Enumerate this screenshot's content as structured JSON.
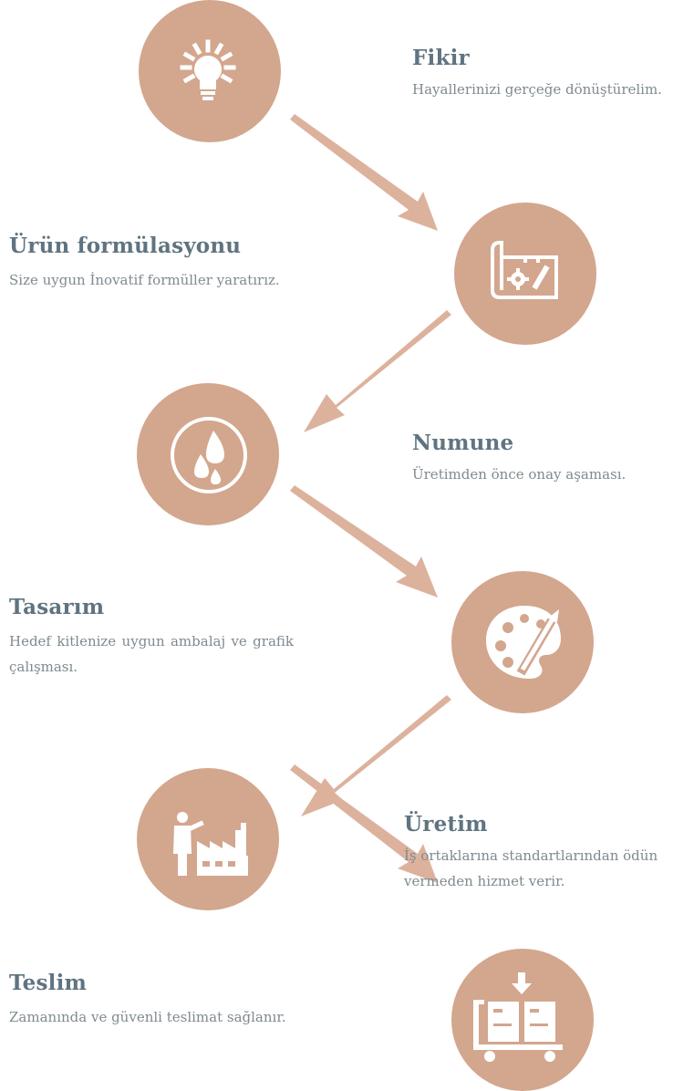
{
  "colors": {
    "circle": "#d3a68e",
    "arrow": "#dcb29d",
    "title": "#5f7480",
    "text": "#7e8a90",
    "icon": "#ffffff"
  },
  "steps": [
    {
      "title": "Fikir",
      "description": "Hayallerinizi gerçeğe dönüştürelim.",
      "icon": "lightbulb-icon"
    },
    {
      "title": "Ürün formülasyonu",
      "description": "Size uygun İnovatif formüller yaratırız.",
      "icon": "blueprint-icon"
    },
    {
      "title": "Numune",
      "description": "Üretimden önce onay aşaması.",
      "icon": "drops-icon"
    },
    {
      "title": "Tasarım",
      "description": "Hedef kitlenize uygun ambalaj ve grafik çalışması.",
      "icon": "palette-icon"
    },
    {
      "title": "Üretim",
      "description": "İş ortaklarına standartlarından ödün vermeden hizmet verir.",
      "icon": "factory-icon"
    },
    {
      "title": "Teslim",
      "description": "Zamanında ve güvenli teslimat sağlanır.",
      "icon": "delivery-cart-icon"
    }
  ]
}
